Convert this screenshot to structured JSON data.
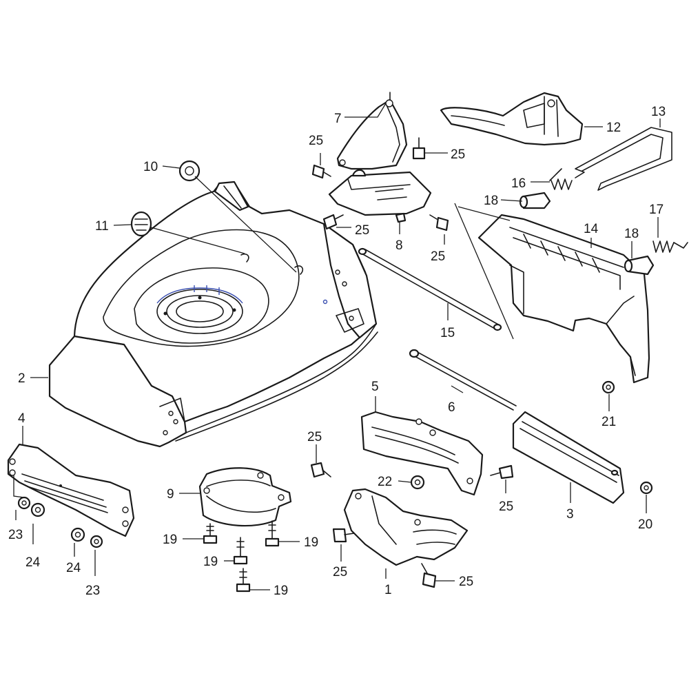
{
  "callouts": {
    "p1": "1",
    "p2": "2",
    "p3": "3",
    "p4": "4",
    "p5": "5",
    "p6": "6",
    "p7": "7",
    "p8": "8",
    "p9": "9",
    "p10": "10",
    "p11": "11",
    "p12": "12",
    "p13": "13",
    "p14": "14",
    "p15": "15",
    "p16": "16",
    "p17": "17",
    "p18a": "18",
    "p18b": "18",
    "p19a": "19",
    "p19b": "19",
    "p19c": "19",
    "p19d": "19",
    "p20": "20",
    "p21": "21",
    "p22": "22",
    "p23a": "23",
    "p23b": "23",
    "p24a": "24",
    "p24b": "24",
    "p25a": "25",
    "p25b": "25",
    "p25c": "25",
    "p25d": "25",
    "p25e": "25",
    "p25f": "25",
    "p25g": "25",
    "p25h": "25"
  }
}
